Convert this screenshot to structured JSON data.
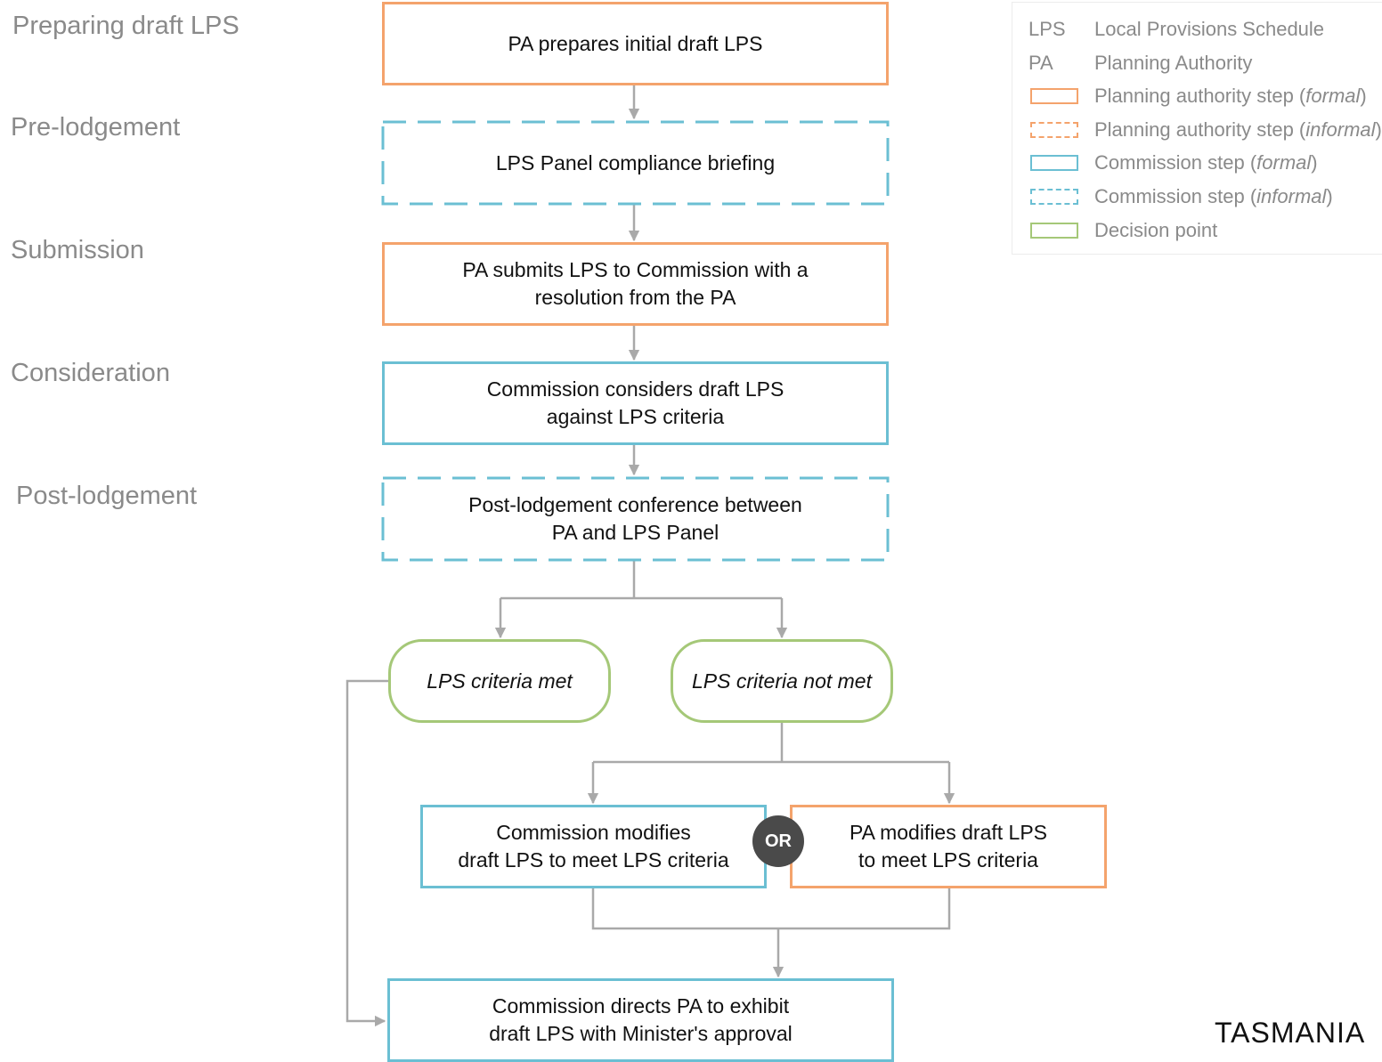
{
  "stages": [
    {
      "id": "preparing",
      "label": "Preparing draft LPS"
    },
    {
      "id": "pre-lodgement",
      "label": "Pre-lodgement"
    },
    {
      "id": "submission",
      "label": "Submission"
    },
    {
      "id": "consideration",
      "label": "Consideration"
    },
    {
      "id": "post-lodgement",
      "label": "Post-lodgement"
    }
  ],
  "steps": {
    "prepare": "PA prepares initial draft LPS",
    "briefing": "LPS Panel compliance briefing",
    "submit": "PA submits LPS to Commission with a\nresolution from the PA",
    "consider": "Commission considers draft LPS\nagainst LPS criteria",
    "conference": "Post-lodgement conference between\nPA and LPS Panel",
    "criteria_met": "LPS criteria met",
    "criteria_not_met": "LPS criteria not met",
    "commission_modifies": "Commission modifies\ndraft LPS to meet LPS criteria",
    "or": "OR",
    "pa_modifies": "PA modifies draft LPS\nto meet LPS criteria",
    "directs": "Commission directs PA to exhibit\ndraft LPS with Minister's approval"
  },
  "legend": {
    "abbreviations": [
      {
        "abbr": "LPS",
        "definition": "Local Provisions Schedule"
      },
      {
        "abbr": "PA",
        "definition": "Planning Authority"
      }
    ],
    "items": [
      {
        "style": "pa-formal",
        "label": "Planning authority step (",
        "note": "formal",
        "close": ")"
      },
      {
        "style": "pa-informal",
        "label": "Planning authority step (",
        "note": "informal",
        "close": ")"
      },
      {
        "style": "com-formal",
        "label": "Commission step (",
        "note": "formal",
        "close": ")"
      },
      {
        "style": "com-informal",
        "label": "Commission step (",
        "note": "informal",
        "close": ")"
      },
      {
        "style": "decision",
        "label": "Decision point",
        "note": "",
        "close": ""
      }
    ]
  },
  "brand": "TASMANIA",
  "colors": {
    "planning_authority": "#f4a36c",
    "commission": "#6bbfd3",
    "decision": "#a5c878",
    "connector": "#a9a9a9",
    "stage_label": "#8a8a8a",
    "or_badge": "#4a4a4a"
  }
}
